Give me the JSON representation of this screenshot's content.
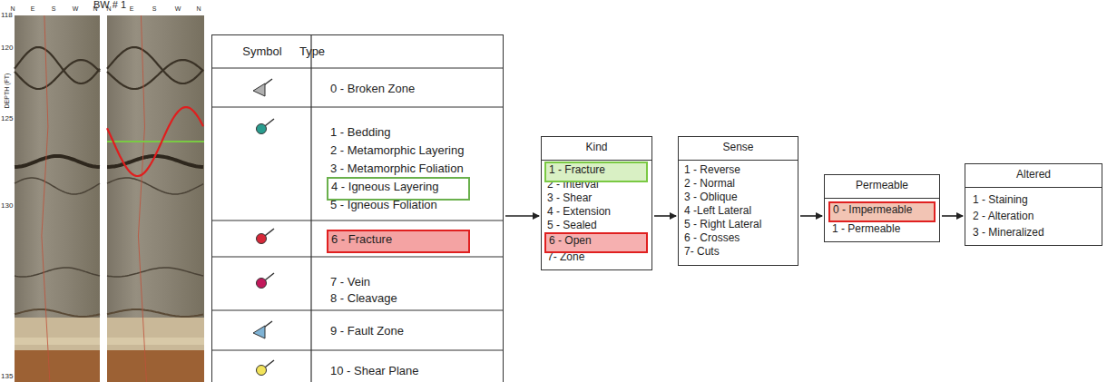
{
  "diagram": {
    "nodes": [
      {
        "text": [
          "Symbol",
          "Type",
          "0 - Broken Zone",
          "1 - Bedding",
          "2 - Metamorphic Layering",
          "3 - Metamorphic Foliation",
          "5 - Igneous Foliation",
          "7 - Vein",
          "8 - Cleavage",
          "9 - Fault Zone",
          "10 - Shear Plane"
        ]
      },
      {
        "text": [
          "4 - Igneous Layering"
        ],
        "in": 0
      },
      {
        "text": [
          "6 - Fracture"
        ],
        "in": 0
      },
      {
        "text": [
          "Kind",
          "2 - Interval",
          "3 - Shear",
          "4 - Extension",
          "5 - Sealed",
          "7- Zone"
        ]
      },
      {
        "text": [
          "1 - Fracture"
        ],
        "in": 3
      },
      {
        "text": [
          "6 - Open"
        ],
        "in": 3
      },
      {
        "text": [
          "Sense",
          "1 - Reverse",
          "2 - Normal",
          "3 - Oblique",
          "4 -Left Lateral",
          "5 - Right Lateral",
          "6 - Crosses",
          "7- Cuts"
        ]
      },
      {
        "text": [
          "Permeable",
          "1 - Permeable"
        ]
      },
      {
        "text": [
          "0 - Impermeable"
        ],
        "in": 7
      },
      {
        "text": [
          "Altered",
          "1 - Staining",
          "2 - Alteration",
          "3 - Mineralized"
        ]
      }
    ],
    "edges": [
      {
        "from": 0,
        "to": 3,
        "arrow": "to"
      },
      {
        "from": 3,
        "to": 6,
        "arrow": "to"
      },
      {
        "from": 6,
        "to": 7,
        "arrow": "to"
      },
      {
        "from": 7,
        "to": 9,
        "arrow": "to"
      }
    ],
    "labels": [
      "BW # 1",
      "N",
      "E",
      "S",
      "W",
      "N",
      "N",
      "E",
      "S",
      "W",
      "N",
      "118",
      "120",
      "125",
      "130",
      "135",
      "DEPTH (FT)"
    ]
  }
}
